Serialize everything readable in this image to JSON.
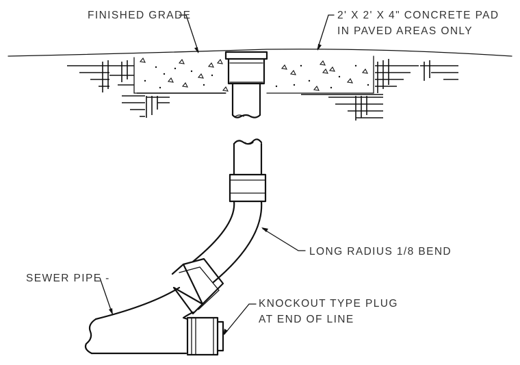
{
  "labels": {
    "finished_grade": "FINISHED GRADE",
    "concrete_pad_line1": "2' X 2' X 4\" CONCRETE PAD",
    "concrete_pad_line2": "IN PAVED AREAS ONLY",
    "bend": "LONG RADIUS 1/8 BEND",
    "sewer_pipe": "SEWER PIPE -",
    "plug_line1": "KNOCKOUT TYPE PLUG",
    "plug_line2": "AT END OF LINE"
  },
  "colors": {
    "line": "#111111",
    "text": "#333333",
    "background": "#ffffff"
  }
}
